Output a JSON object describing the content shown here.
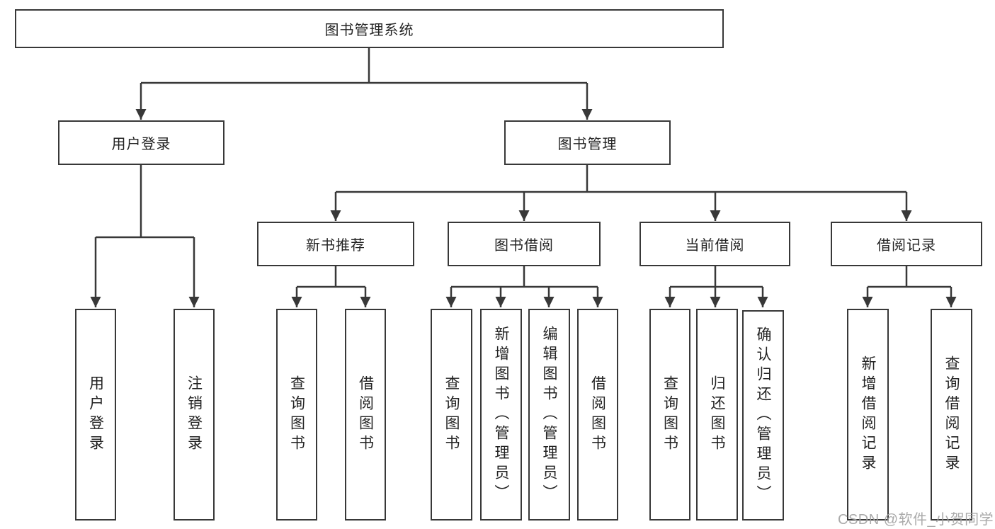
{
  "tree": {
    "root": "图书管理系统",
    "children": [
      {
        "label": "用户登录",
        "children": [
          {
            "label": "用户登录"
          },
          {
            "label": "注销登录"
          }
        ]
      },
      {
        "label": "图书管理",
        "children": [
          {
            "label": "新书推荐",
            "children": [
              {
                "label": "查询图书"
              },
              {
                "label": "借阅图书"
              }
            ]
          },
          {
            "label": "图书借阅",
            "children": [
              {
                "label": "查询图书"
              },
              {
                "label": "新增图书（管理员）"
              },
              {
                "label": "编辑图书（管理员）"
              },
              {
                "label": "借阅图书"
              }
            ]
          },
          {
            "label": "当前借阅",
            "children": [
              {
                "label": "查询图书"
              },
              {
                "label": "归还图书"
              },
              {
                "label": "确认归还（管理员）"
              }
            ]
          },
          {
            "label": "借阅记录",
            "children": [
              {
                "label": "新增借阅记录"
              },
              {
                "label": "查询借阅记录"
              }
            ]
          }
        ]
      }
    ]
  },
  "watermark": "CSDN @软件_小贺同学",
  "colors": {
    "line": "#383838",
    "box_border": "#383838",
    "box_background": "#ffffff",
    "text": "#232323",
    "watermark": "#a3a3a3",
    "background": "#ffffff"
  }
}
